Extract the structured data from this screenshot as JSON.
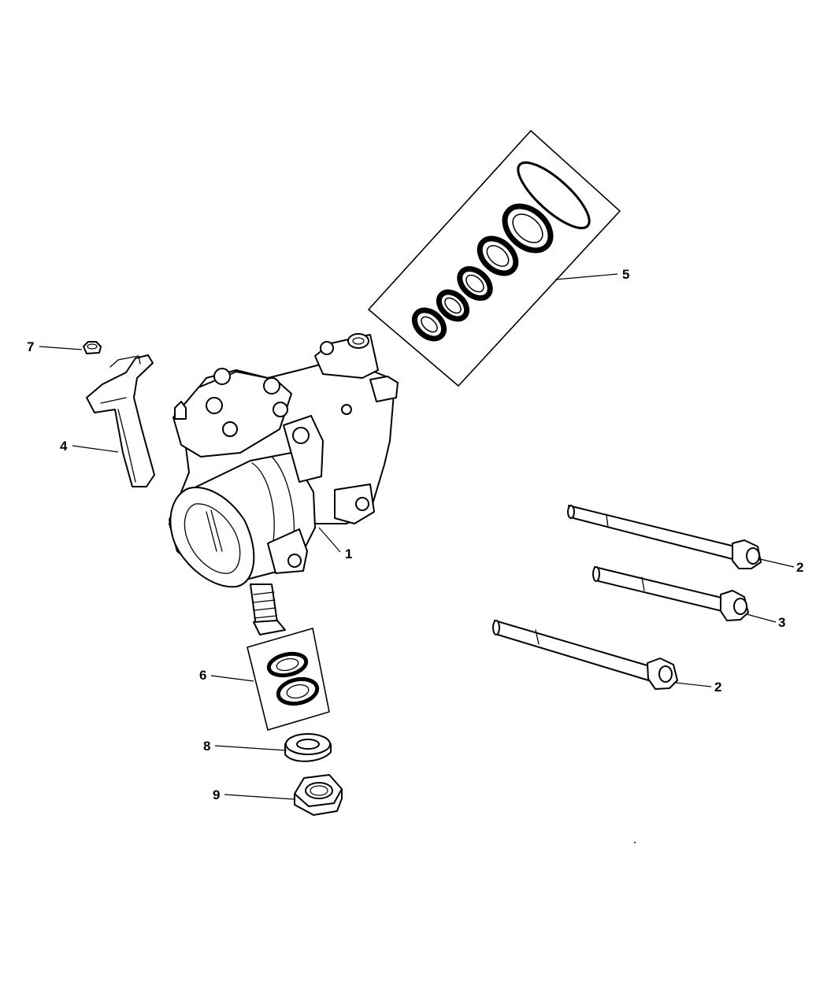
{
  "callouts": [
    {
      "id": "1",
      "label": "1"
    },
    {
      "id": "2a",
      "label": "2"
    },
    {
      "id": "3",
      "label": "3"
    },
    {
      "id": "2b",
      "label": "2"
    },
    {
      "id": "4",
      "label": "4"
    },
    {
      "id": "5",
      "label": "5"
    },
    {
      "id": "6",
      "label": "6"
    },
    {
      "id": "7",
      "label": "7"
    },
    {
      "id": "8",
      "label": "8"
    },
    {
      "id": "9",
      "label": "9"
    }
  ],
  "parts": [
    {
      "name": "steering-gear",
      "icon": "steering-gear-icon"
    },
    {
      "name": "bolt",
      "icon": "bolt-icon"
    },
    {
      "name": "bracket",
      "icon": "bracket-icon"
    },
    {
      "name": "seal-kit",
      "icon": "seal-kit-icon"
    },
    {
      "name": "seal-kit-small",
      "icon": "seal-kit-icon"
    },
    {
      "name": "nut",
      "icon": "nut-icon"
    },
    {
      "name": "washer",
      "icon": "washer-icon"
    }
  ]
}
